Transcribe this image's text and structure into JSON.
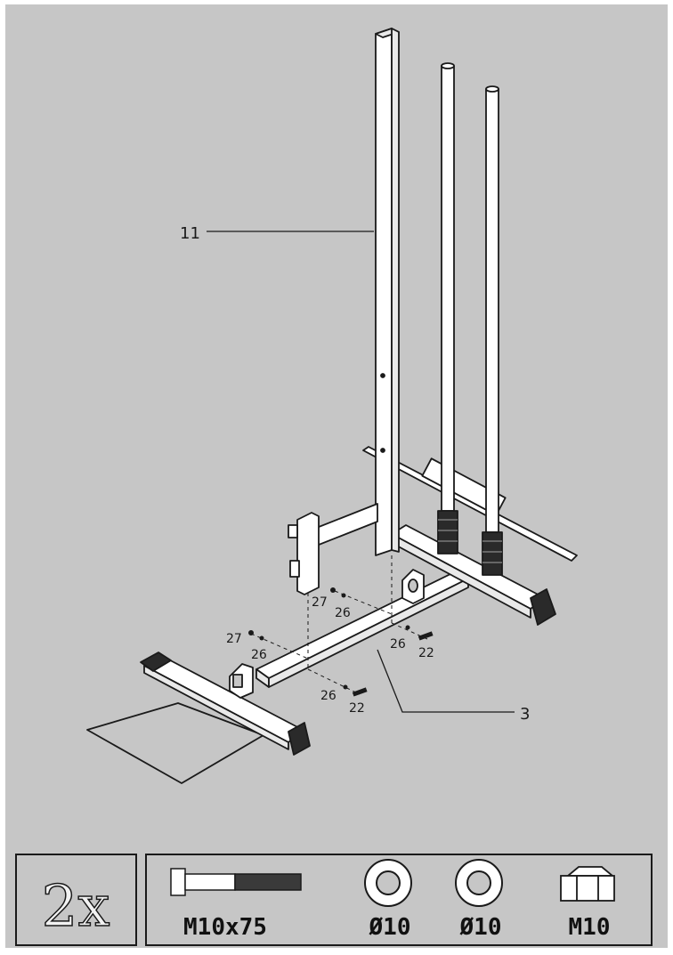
{
  "colors": {
    "background": "#c6c6c6",
    "line": "#1a1a1a",
    "part_fill": "#ffffff",
    "rubber": "#2a2a2a"
  },
  "callouts": {
    "frame": "11",
    "base": "3",
    "bolt_a": "22",
    "bolt_b": "22",
    "washer_a": "26",
    "washer_b": "26",
    "washer_c": "26",
    "washer_d": "26",
    "nut_a": "27",
    "nut_b": "27"
  },
  "parts_box": {
    "quantity": "2x",
    "items": [
      {
        "icon": "bolt-icon",
        "label": "M10x75"
      },
      {
        "icon": "washer-icon",
        "label": "Ø10"
      },
      {
        "icon": "washer-icon",
        "label": "Ø10"
      },
      {
        "icon": "nut-icon",
        "label": "M10"
      }
    ]
  }
}
